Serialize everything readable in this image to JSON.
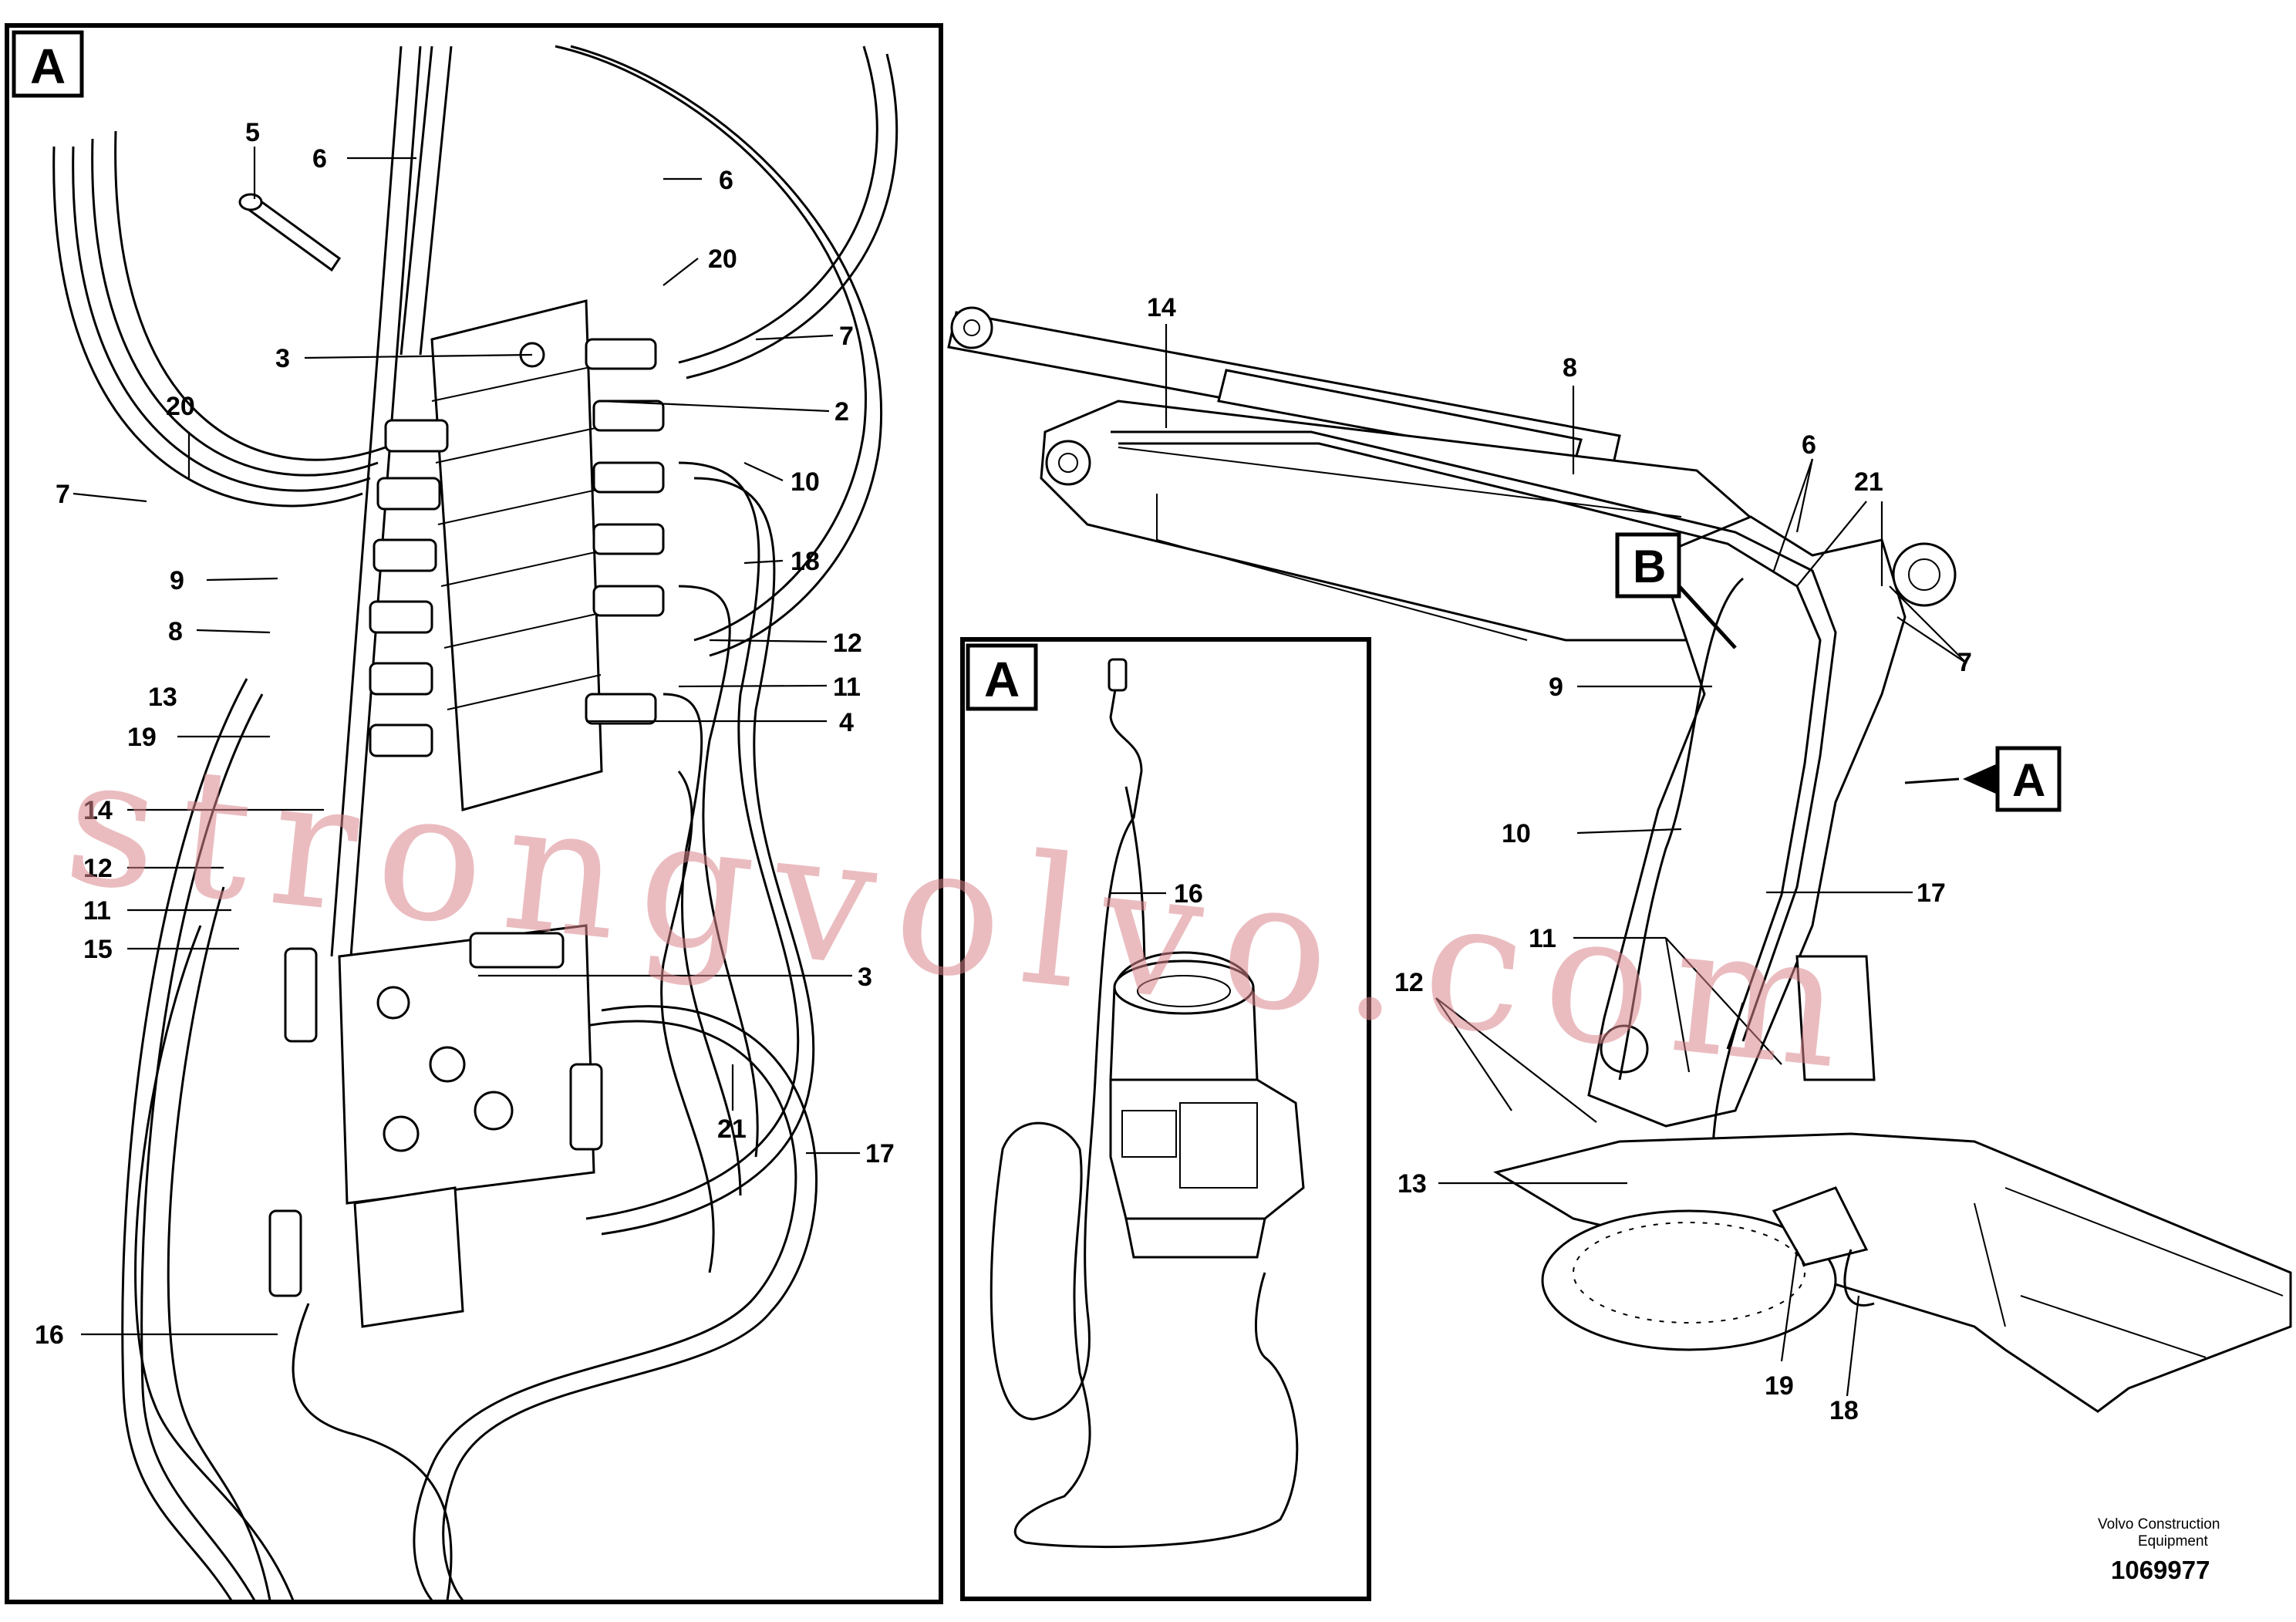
{
  "panels": {
    "main_detail": {
      "letter": "A"
    },
    "inset_detail": {
      "letter": "A"
    }
  },
  "references": {
    "a_arrow": "A",
    "b_box": "B"
  },
  "labels": {
    "p1_5": "5",
    "p1_6a": "6",
    "p1_6b": "6",
    "p1_20a": "20",
    "p1_7a": "7",
    "p1_3a": "3",
    "p1_2": "2",
    "p1_20b": "20",
    "p1_7b": "7",
    "p1_10": "10",
    "p1_18": "18",
    "p1_9": "9",
    "p1_8": "8",
    "p1_12a": "12",
    "p1_13": "13",
    "p1_11a": "11",
    "p1_4": "4",
    "p1_19": "19",
    "p1_14": "14",
    "p1_12b": "12",
    "p1_11b": "11",
    "p1_15": "15",
    "p1_3b": "3",
    "p1_21": "21",
    "p1_17": "17",
    "p1_16": "16",
    "p2_16": "16",
    "p3_14": "14",
    "p3_8": "8",
    "p3_6": "6",
    "p3_21": "21",
    "p3_7": "7",
    "p3_9": "9",
    "p3_10": "10",
    "p3_17": "17",
    "p3_11": "11",
    "p3_12": "12",
    "p3_13": "13",
    "p3_19": "19",
    "p3_18": "18"
  },
  "footer": {
    "company_line1": "Volvo Construction",
    "company_line2": "Equipment",
    "drawing_number": "1069977"
  },
  "watermark": "strongvolvo.com"
}
